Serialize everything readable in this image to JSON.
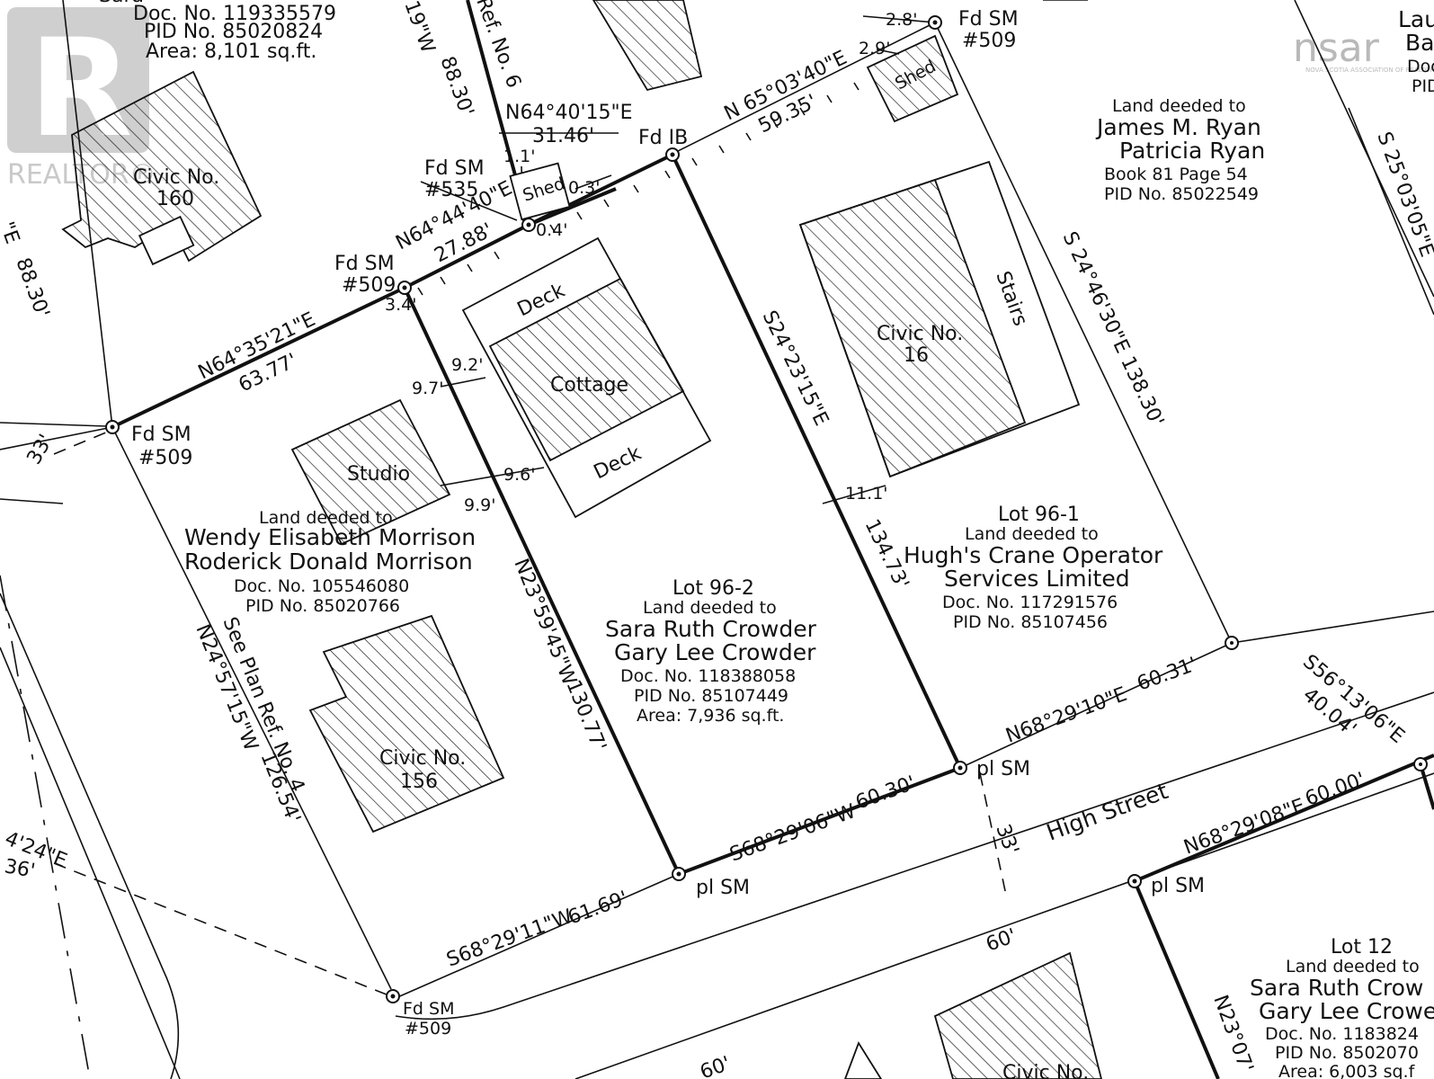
{
  "watermarks": {
    "realtor": "REALTOR®",
    "nsar": "nsar",
    "nsar_sub": "NOVA SCOTIA ASSOCIATION OF REALTORS®"
  },
  "parcels": {
    "top_left": {
      "name_partial": "Sara",
      "doc": "Doc. No. 119335579",
      "pid": "PID No. 85020824",
      "area": "Area: 8,101 sq.ft.",
      "civic": "Civic No.",
      "civic_num": "160"
    },
    "ryan": {
      "line1": "Land deeded to",
      "line2": "James M. Ryan",
      "line3": "Patricia Ryan",
      "line4": "Book 81 Page 54",
      "line5": "PID No. 85022549"
    },
    "top_right_partial": {
      "line1": "Lau",
      "line2": "Bar",
      "line3": "Doc",
      "line4": "PID"
    },
    "morrison": {
      "line1": "Land deeded to",
      "line2": "Wendy Elisabeth Morrison",
      "line3": "Roderick Donald Morrison",
      "line4": "Doc. No. 105546080",
      "line5": "PID No. 85020766",
      "studio": "Studio",
      "civic": "Civic No.",
      "civic_num": "156"
    },
    "lot_96_2": {
      "title": "Lot 96-2",
      "line1": "Land deeded to",
      "line2": "Sara Ruth Crowder",
      "line3": "Gary Lee Crowder",
      "line4": "Doc. No. 118388058",
      "line5": "PID No. 85107449",
      "line6": "Area: 7,936 sq.ft.",
      "deck_top": "Deck",
      "cottage": "Cottage",
      "deck_bottom": "Deck",
      "shed": "Shed"
    },
    "lot_96_1": {
      "title": "Lot 96-1",
      "line1": "Land deeded to",
      "line2": "Hugh's Crane Operator",
      "line3": "Services Limited",
      "line4": "Doc. No. 117291576",
      "line5": "PID No. 85107456",
      "civic": "Civic No.",
      "civic_num": "16",
      "stairs": "Stairs",
      "shed": "Shed"
    },
    "lot_12": {
      "title": "Lot 12",
      "line1": "Land deeded to",
      "line2": "Sara Ruth Crow",
      "line3": "Gary Lee Crowe",
      "line4": "Doc. No. 1183824",
      "line5": "PID No. 8502070",
      "line6": "Area: 6,003 sq.f",
      "civic": "Civic No."
    }
  },
  "street": {
    "name": "High Street",
    "width_33": "33'",
    "width_60a": "60'",
    "width_60b": "60'",
    "left_33": "33'",
    "left_36": "36'",
    "left_bearing": "4'24\"E"
  },
  "bearings": {
    "b1": "N64°40'15\"E",
    "b1d": "31.46'",
    "b2": "N 65°03'40\"E",
    "b2d": "59.35'",
    "b3": "N64°44'40\"E",
    "b3d": "27.88'",
    "b4": "N64°35'21\"E",
    "b4d": "63.77'",
    "b5": "S24°23'15\"E",
    "b5d": "134.73'",
    "b6": "S 24°46'30\"E 138.30'",
    "b7": "N23°59'45\"W",
    "b7d": "130.77'",
    "b8": "N24°57'15\"W",
    "b8d": "126.54'",
    "b9": "N68°29'10\"E",
    "b9d": "60.31'",
    "b10": "S56°13'06\"E",
    "b10d": "40.04'",
    "b11": "S68°29'06\"W",
    "b11d": "60.30'",
    "b12": "S68°29'11\"W",
    "b12d": "61.69'",
    "b13": "N68°29'08\"E",
    "b13d": "60.00'",
    "b14": "S 25°03'05\"E",
    "b15": "19\"W",
    "b15d": "88.30'",
    "b16d": "88.30'",
    "b17": "N23°07'",
    "ref6": "Ref. No. 6",
    "ref4": "See Plan Ref. No. 4",
    "left_edge": "\"E"
  },
  "offsets": {
    "o1": "2.8'",
    "o2": "2.9'",
    "o3": "1.1'",
    "o4": "0.3'",
    "o5": "0.4'",
    "o6": "3.4'",
    "o7": "9.2'",
    "o8": "9.7'",
    "o9": "9.6'",
    "o10": "9.9'",
    "o11": "11.1'"
  },
  "monuments": {
    "m1": "Fd SM",
    "m1n": "#509",
    "m2": "Fd IB",
    "m3": "Fd SM",
    "m3n": "#535",
    "m4": "Fd SM",
    "m4n": "#509",
    "m5": "Fd SM",
    "m5n": "#509",
    "m6": "pl SM",
    "m7": "pl SM",
    "m8": "pl SM",
    "m9": "Fd SM",
    "m9n": "#509"
  }
}
